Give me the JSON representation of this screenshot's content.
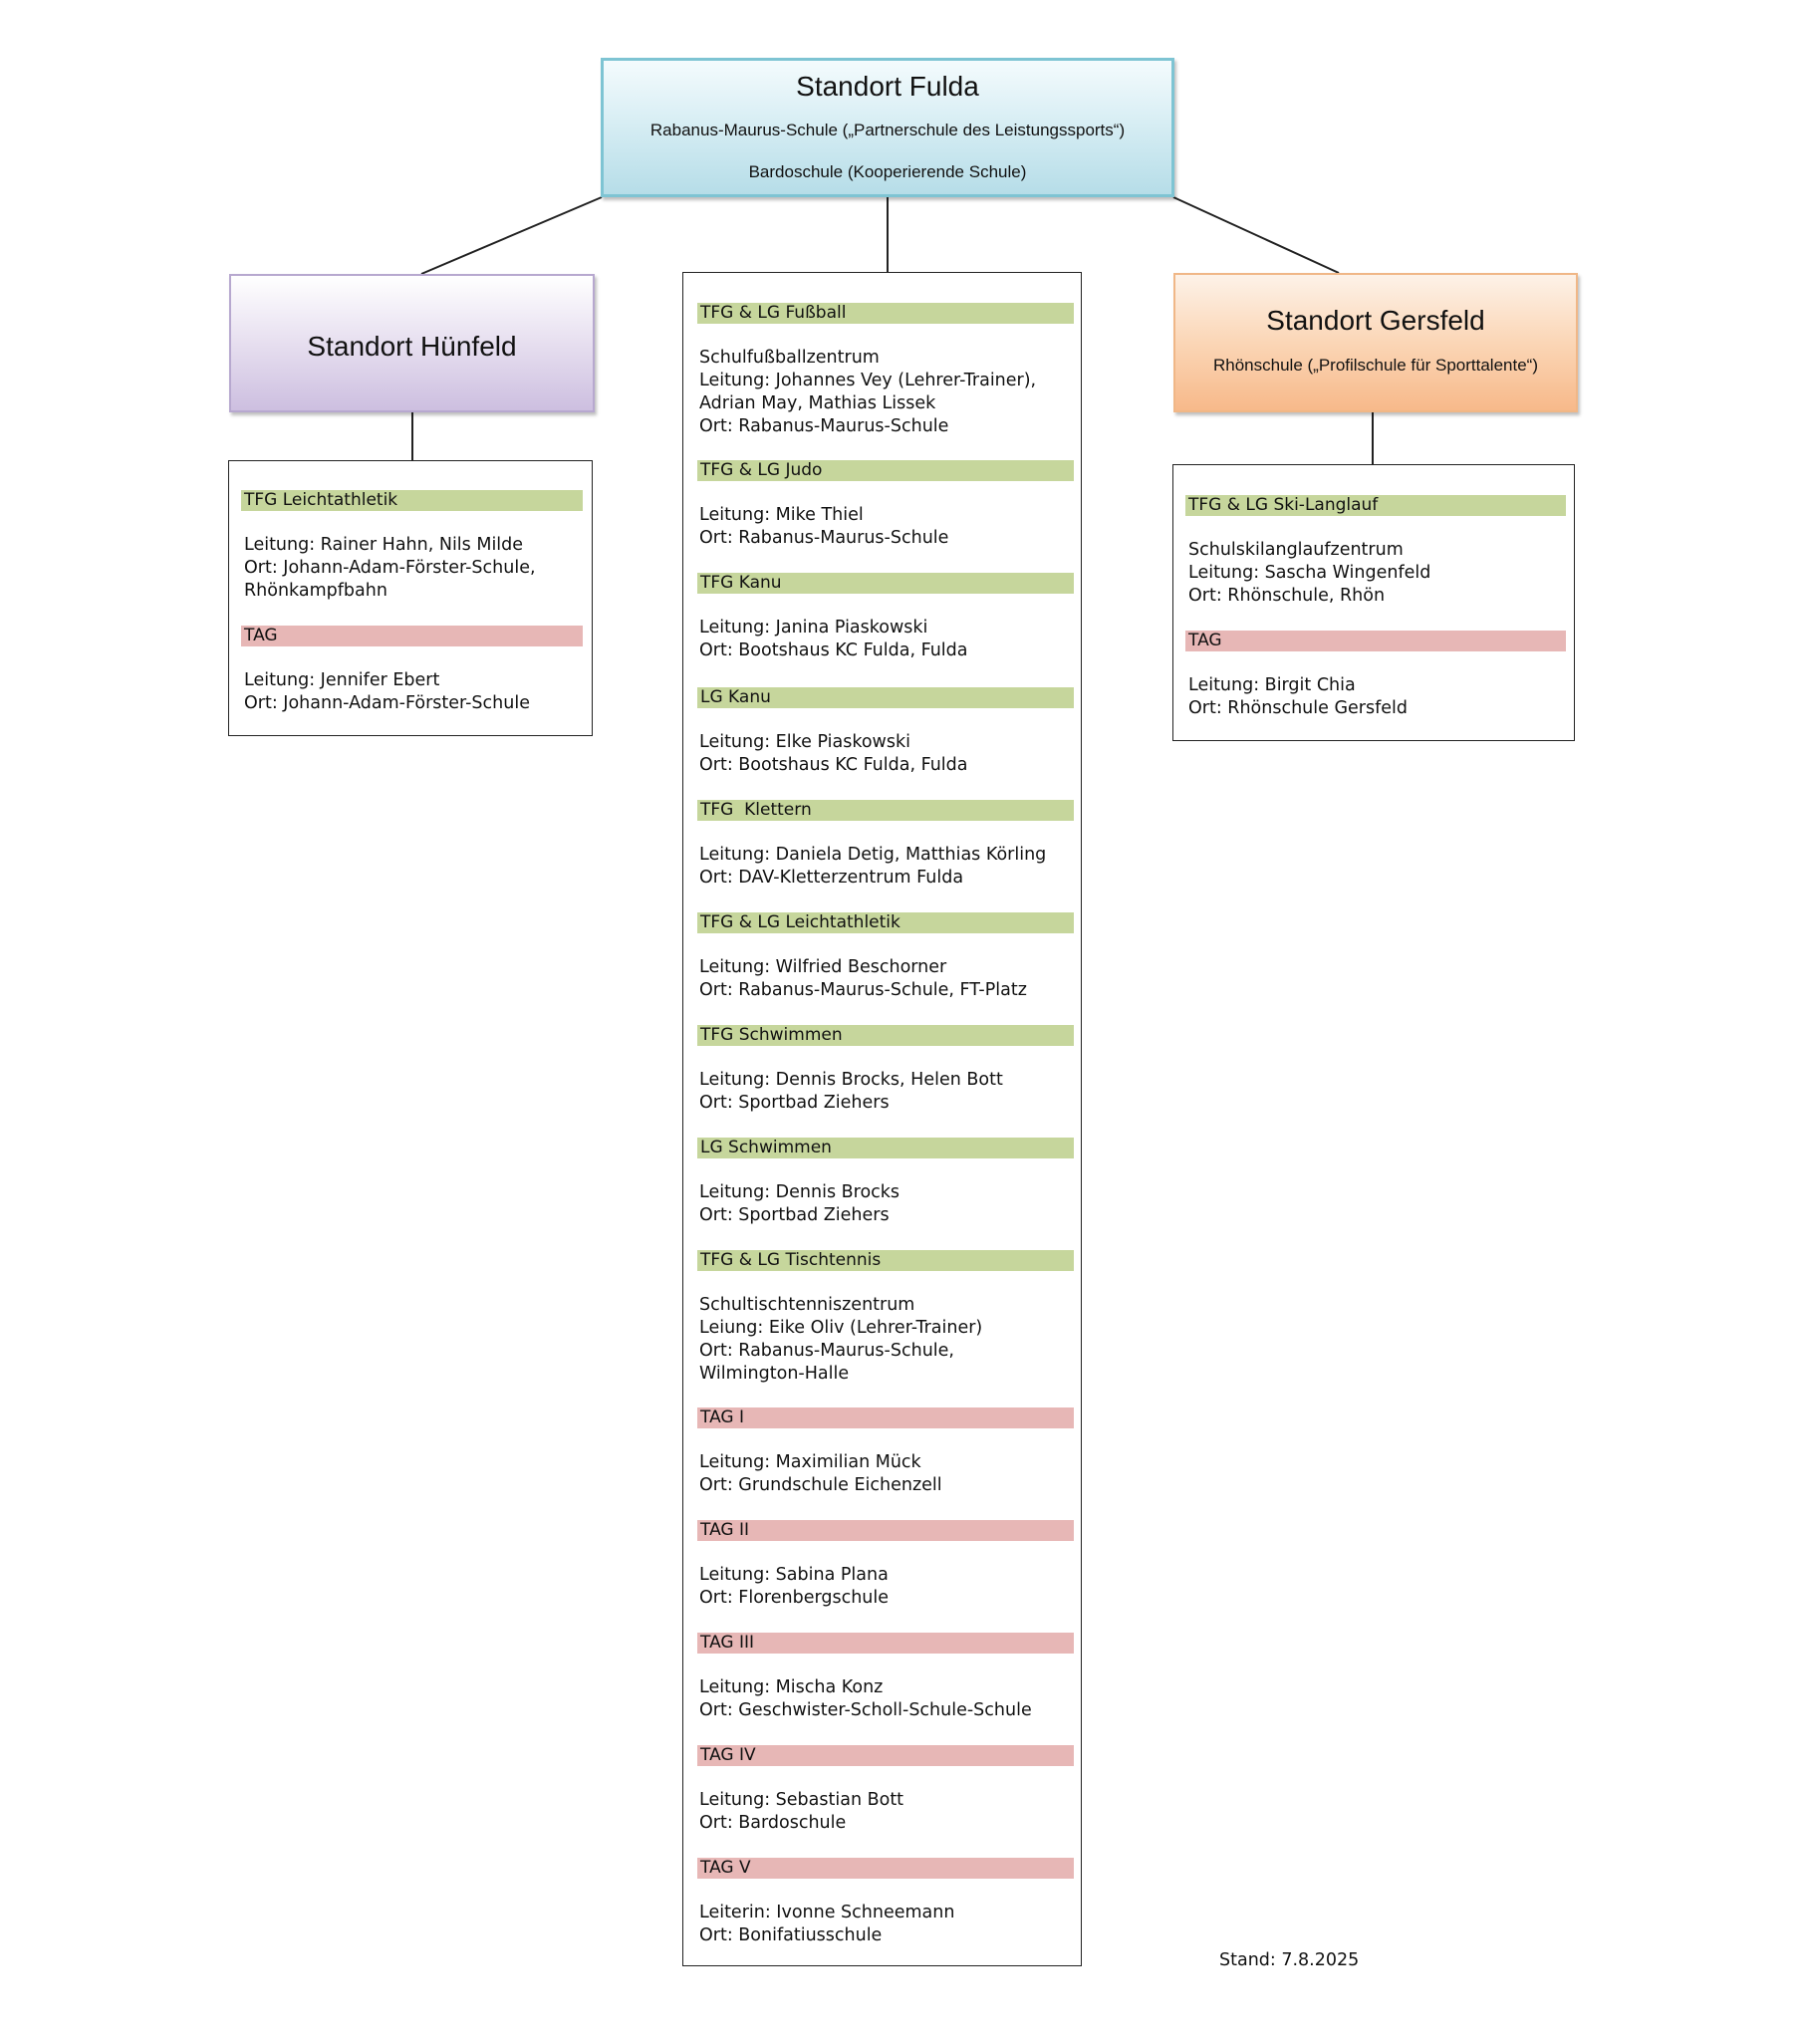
{
  "fulda": {
    "title": "Standort Fulda",
    "line1": "Rabanus-Maurus-Schule („Partnerschule des Leistungssports“)",
    "line2": "Bardoschule (Kooperierende Schule)"
  },
  "huenfeld": {
    "title": "Standort Hünfeld",
    "groups": [
      {
        "label": "TFG Leichtathletik",
        "color": "green",
        "lines": [
          "Leitung: Rainer Hahn, Nils Milde",
          "Ort: Johann-Adam-Förster-Schule,",
          "Rhönkampfbahn"
        ]
      },
      {
        "label": "TAG",
        "color": "pink",
        "lines": [
          "Leitung: Jennifer Ebert",
          "Ort: Johann-Adam-Förster-Schule"
        ]
      }
    ]
  },
  "center": {
    "groups": [
      {
        "label": "TFG & LG Fußball",
        "color": "green",
        "lines": [
          "Schulfußballzentrum",
          "Leitung: Johannes Vey (Lehrer-Trainer),",
          "Adrian May, Mathias Lissek",
          "Ort: Rabanus-Maurus-Schule"
        ]
      },
      {
        "label": "TFG & LG Judo",
        "color": "green",
        "lines": [
          "Leitung: Mike Thiel",
          "Ort: Rabanus-Maurus-Schule"
        ]
      },
      {
        "label": "TFG Kanu",
        "color": "green",
        "lines": [
          "Leitung: Janina Piaskowski",
          "Ort: Bootshaus KC Fulda, Fulda"
        ]
      },
      {
        "label": "LG Kanu",
        "color": "green",
        "lines": [
          "Leitung: Elke Piaskowski",
          "Ort: Bootshaus KC Fulda, Fulda"
        ]
      },
      {
        "label": "TFG  Klettern",
        "color": "green",
        "lines": [
          "Leitung: Daniela Detig, Matthias Körling",
          "Ort: DAV-Kletterzentrum Fulda"
        ]
      },
      {
        "label": "TFG & LG Leichtathletik",
        "color": "green",
        "lines": [
          "Leitung: Wilfried Beschorner",
          "Ort: Rabanus-Maurus-Schule, FT-Platz"
        ]
      },
      {
        "label": "TFG Schwimmen",
        "color": "green",
        "lines": [
          "Leitung: Dennis Brocks, Helen Bott",
          "Ort: Sportbad Ziehers"
        ]
      },
      {
        "label": "LG Schwimmen",
        "color": "green",
        "lines": [
          "Leitung: Dennis Brocks",
          "Ort: Sportbad Ziehers"
        ]
      },
      {
        "label": "TFG & LG Tischtennis",
        "color": "green",
        "lines": [
          "Schultischtenniszentrum",
          "Leiung: Eike Oliv (Lehrer-Trainer)",
          "Ort: Rabanus-Maurus-Schule,",
          "Wilmington-Halle"
        ]
      },
      {
        "label": "TAG I",
        "color": "pink",
        "lines": [
          "Leitung: Maximilian Mück",
          "Ort: Grundschule Eichenzell"
        ]
      },
      {
        "label": "TAG II",
        "color": "pink",
        "lines": [
          "Leitung: Sabina Plana",
          "Ort: Florenbergschule"
        ]
      },
      {
        "label": "TAG III",
        "color": "pink",
        "lines": [
          "Leitung: Mischa Konz",
          "Ort: Geschwister-Scholl-Schule-Schule"
        ]
      },
      {
        "label": "TAG IV",
        "color": "pink",
        "lines": [
          "Leitung: Sebastian Bott",
          "Ort: Bardoschule"
        ]
      },
      {
        "label": "TAG V",
        "color": "pink",
        "lines": [
          "Leiterin: Ivonne Schneemann",
          "Ort: Bonifatiusschule"
        ]
      }
    ]
  },
  "gersfeld": {
    "title": "Standort Gersfeld",
    "subtitle": "Rhönschule („Profilschule für Sporttalente“)",
    "groups": [
      {
        "label": "TFG & LG Ski-Langlauf",
        "color": "green",
        "lines": [
          "Schulskilanglaufzentrum",
          "Leitung: Sascha Wingenfeld",
          "Ort: Rhönschule, Rhön"
        ]
      },
      {
        "label": "TAG",
        "color": "pink",
        "lines": [
          "Leitung: Birgit Chia",
          "Ort: Rhönschule Gersfeld"
        ]
      }
    ]
  },
  "stand": "Stand: 7.8.2025",
  "colors": {
    "green": "#c6d69c",
    "pink": "#e7b7b6"
  }
}
